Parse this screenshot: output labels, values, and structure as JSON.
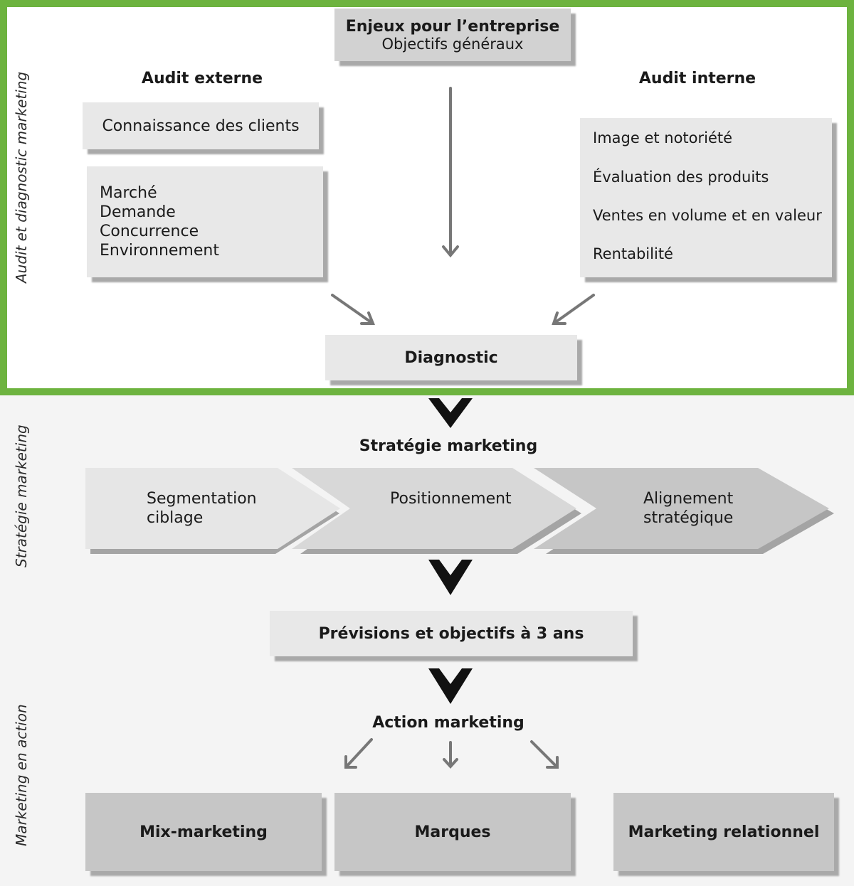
{
  "side_labels": {
    "audit": "Audit et diagnostic marketing",
    "strategie": "Stratégie marketing",
    "action": "Marketing  en  action"
  },
  "top_box": {
    "line1": "Enjeux pour l’entreprise",
    "line2": "Objectifs généraux"
  },
  "audit_externe": {
    "title": "Audit externe",
    "box1": "Connaissance des clients",
    "box2": [
      "Marché",
      "Demande",
      "Concurrence",
      "Environnement"
    ]
  },
  "audit_interne": {
    "title": "Audit interne",
    "items": [
      "Image et notoriété",
      "Évaluation des produits",
      "Ventes en volume et en valeur",
      "Rentabilité"
    ]
  },
  "diagnostic": "Diagnostic",
  "strategie": {
    "title": "Stratégie marketing",
    "steps": [
      {
        "line1": "Segmentation",
        "line2": "ciblage"
      },
      {
        "line1": "Positionnement",
        "line2": ""
      },
      {
        "line1": "Alignement",
        "line2": "stratégique"
      }
    ]
  },
  "previsions": "Prévisions et objectifs à 3 ans",
  "action": {
    "title": "Action marketing",
    "boxes": [
      "Mix-marketing",
      "Marques",
      "Marketing relationnel"
    ]
  },
  "colors": {
    "frame": "#6db33f",
    "light_box": "#e8e8e8",
    "mid_box": "#d2d2d2",
    "dark_box": "#c6c6c6",
    "arrow": "#777777"
  }
}
